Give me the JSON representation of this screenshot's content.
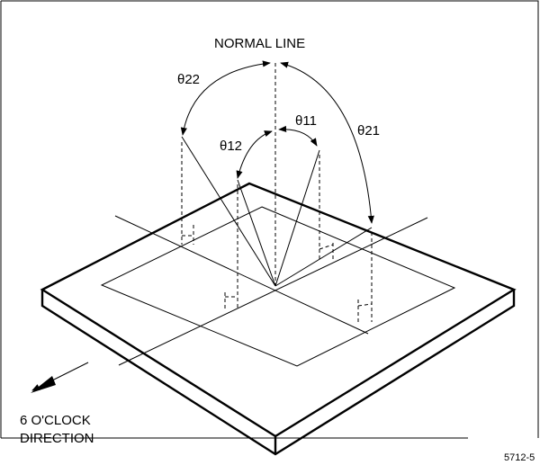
{
  "labels": {
    "normal_line": "NORMAL LINE",
    "theta_22": "θ22",
    "theta_21": "θ21",
    "theta_12": "θ12",
    "theta_11": "θ11",
    "direction_line1": "6 O'CLOCK",
    "direction_line2": "DIRECTION",
    "figure_id": "5712-5"
  }
}
